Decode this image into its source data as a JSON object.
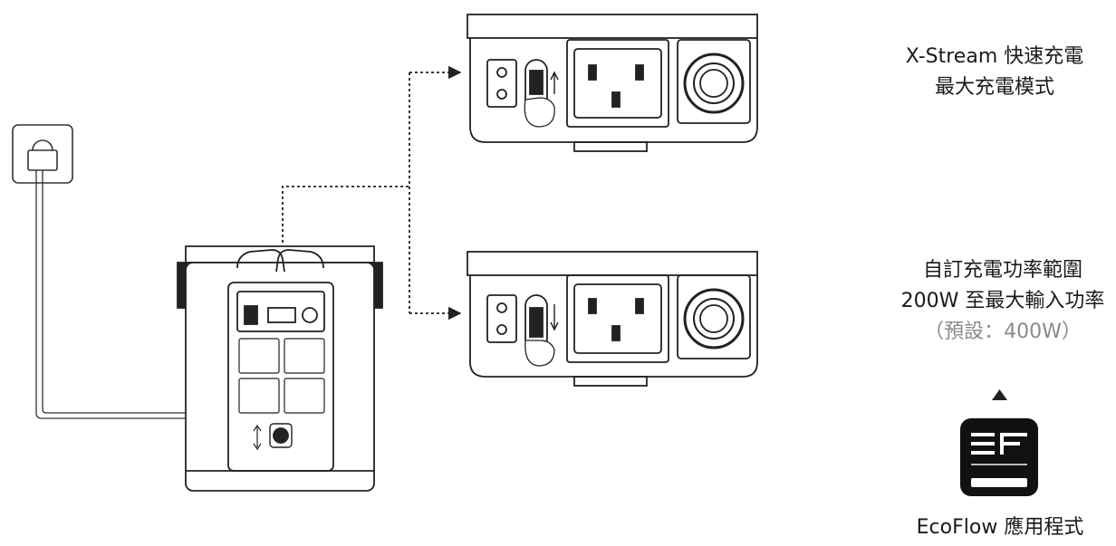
{
  "mode_top": {
    "line1": "X-Stream 快速充電",
    "line2": "最大充電模式"
  },
  "mode_bottom": {
    "line1": "自訂充電功率範圍",
    "line2": "200W 至最大輸入功率",
    "line3": "（預設：400W）"
  },
  "app": {
    "name": "EcoFlow 應用程式",
    "icon": "ecoflow-logo-icon"
  },
  "colors": {
    "stroke": "#222222",
    "muted_text": "#8a8a8a"
  }
}
